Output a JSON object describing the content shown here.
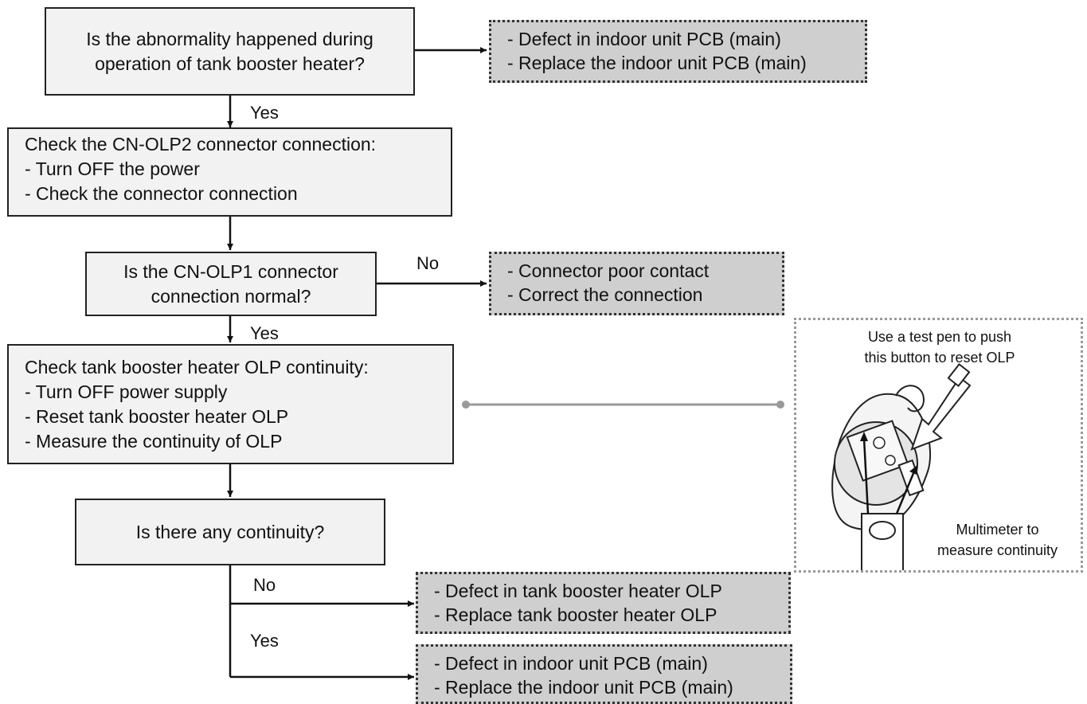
{
  "q1": [
    "Is the abnormality happened during",
    "operation of tank booster heater?"
  ],
  "r1": [
    "- Defect in indoor unit PCB (main)",
    "- Replace the indoor unit PCB (main)"
  ],
  "s1": [
    "Check the CN-OLP2 connector connection:",
    "- Turn OFF the power",
    "- Check the connector connection"
  ],
  "q2": [
    "Is the CN-OLP1 connector",
    "connection normal?"
  ],
  "r2": [
    "- Connector poor contact",
    "- Correct the connection"
  ],
  "s2": [
    "Check tank booster heater OLP continuity:",
    "- Turn OFF power supply",
    "- Reset tank booster heater OLP",
    "- Measure the continuity of OLP"
  ],
  "q3": [
    "Is there any continuity?"
  ],
  "r3": [
    "- Defect in tank booster heater OLP",
    "- Replace tank booster heater OLP"
  ],
  "r4": [
    "- Defect in indoor unit PCB (main)",
    "- Replace the indoor unit PCB (main)"
  ],
  "labels": {
    "yes": "Yes",
    "no": "No"
  },
  "photo": {
    "caption_top": [
      "Use a test pen to push",
      "this button to reset OLP"
    ],
    "caption_bottom": [
      "Multimeter to",
      "measure continuity"
    ]
  }
}
